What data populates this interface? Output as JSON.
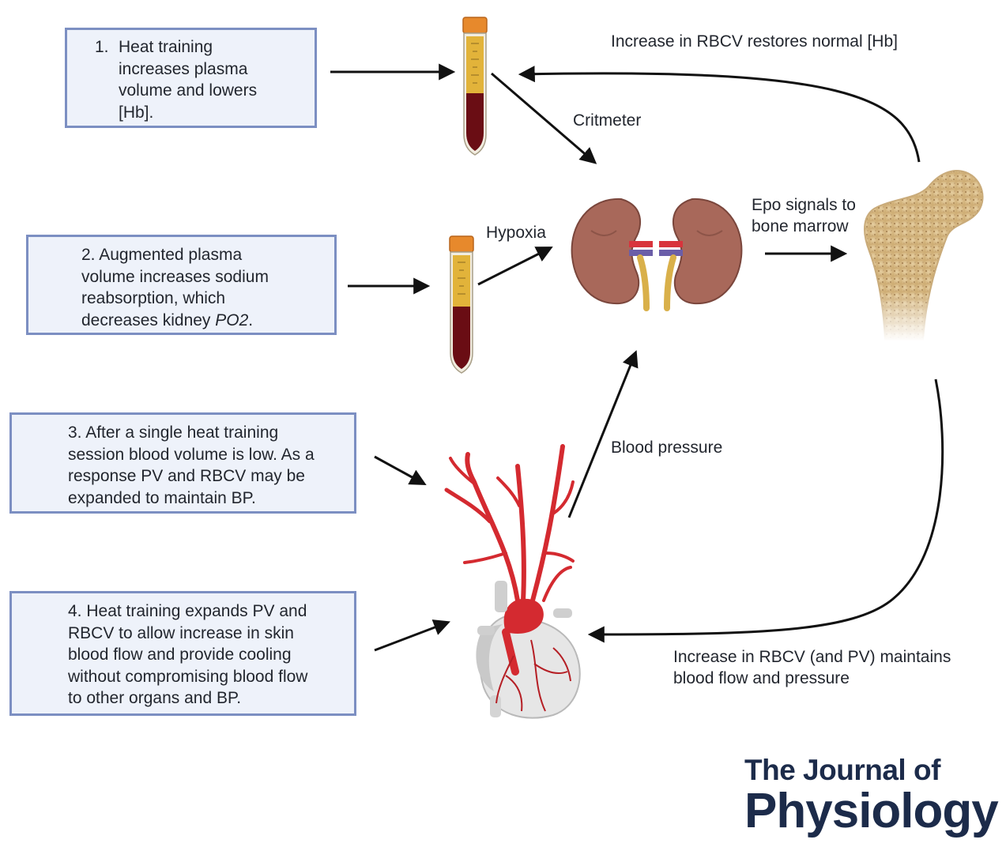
{
  "boxes": {
    "b1": {
      "number": "1.",
      "lines": [
        "Heat training",
        "increases plasma",
        "volume and lowers",
        "[Hb]."
      ]
    },
    "b2": {
      "lines": [
        "2. Augmented plasma",
        "volume increases sodium",
        "reabsorption, which"
      ],
      "last_prefix": "decreases kidney ",
      "last_italic": "PO2",
      "last_suffix": "."
    },
    "b3": {
      "lines": [
        "3. After a single heat training",
        "session blood volume is low. As a",
        "response PV and RBCV may be",
        "expanded to maintain BP."
      ]
    },
    "b4": {
      "lines": [
        "4. Heat training expands PV and",
        "RBCV to allow increase in skin",
        "blood flow and provide cooling",
        "without compromising blood flow",
        "to other organs and BP."
      ]
    }
  },
  "labels": {
    "restores": "Increase in RBCV restores normal [Hb]",
    "critmeter": "Critmeter",
    "hypoxia": "Hypoxia",
    "epo_line1": "Epo signals to",
    "epo_line2": "bone marrow",
    "blood_pressure": "Blood pressure",
    "maintains_line1": "Increase in RBCV (and PV) maintains",
    "maintains_line2": "blood flow and pressure"
  },
  "journal": {
    "line1": "The Journal of",
    "line2": "Physiology"
  },
  "icons": [
    "blood-tube-icon",
    "kidneys-icon",
    "femur-bone-icon",
    "heart-icon"
  ],
  "colors": {
    "box_border": "#7c8fc2",
    "box_fill": "#eef2fa",
    "journal": "#1c2b4a",
    "blood": "#6a0d14",
    "plasma": "#e2b33a",
    "artery": "#d42a30"
  }
}
